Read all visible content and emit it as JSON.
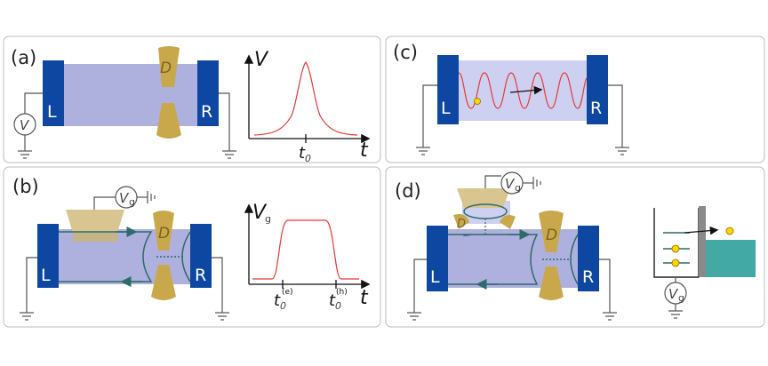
{
  "panels": {
    "a": {
      "label": "(a)",
      "left_contact": "L",
      "right_contact": "R",
      "dot_label": "D",
      "source": "V",
      "y_axis": "V",
      "x_axis": "t",
      "tick": "t",
      "tick_sub": "0"
    },
    "b": {
      "label": "(b)",
      "left_contact": "L",
      "right_contact": "R",
      "dot_label": "D",
      "gate": "V",
      "gate_sub": "g",
      "y_axis": "V",
      "y_axis_sub": "g",
      "x_axis": "t",
      "tick1": "t",
      "tick1_sub": "0",
      "tick1_sup": "(e)",
      "tick2": "t",
      "tick2_sub": "0",
      "tick2_sup": "(h)"
    },
    "c": {
      "label": "(c)",
      "left_contact": "L",
      "right_contact": "R"
    },
    "d": {
      "label": "(d)",
      "left_contact": "L",
      "right_contact": "R",
      "dot_label": "D",
      "dot_label_small": "D",
      "gate": "V",
      "gate_sub": "g",
      "bottom_gate": "V",
      "bottom_gate_sub": "g"
    }
  },
  "colors": {
    "contact": "#0d47a1",
    "channel": "#aeb0dd",
    "dot": "#c9a84c",
    "pulse": "#e53935",
    "edge_state": "#2e6b6b",
    "teal": "#43a9a4"
  }
}
